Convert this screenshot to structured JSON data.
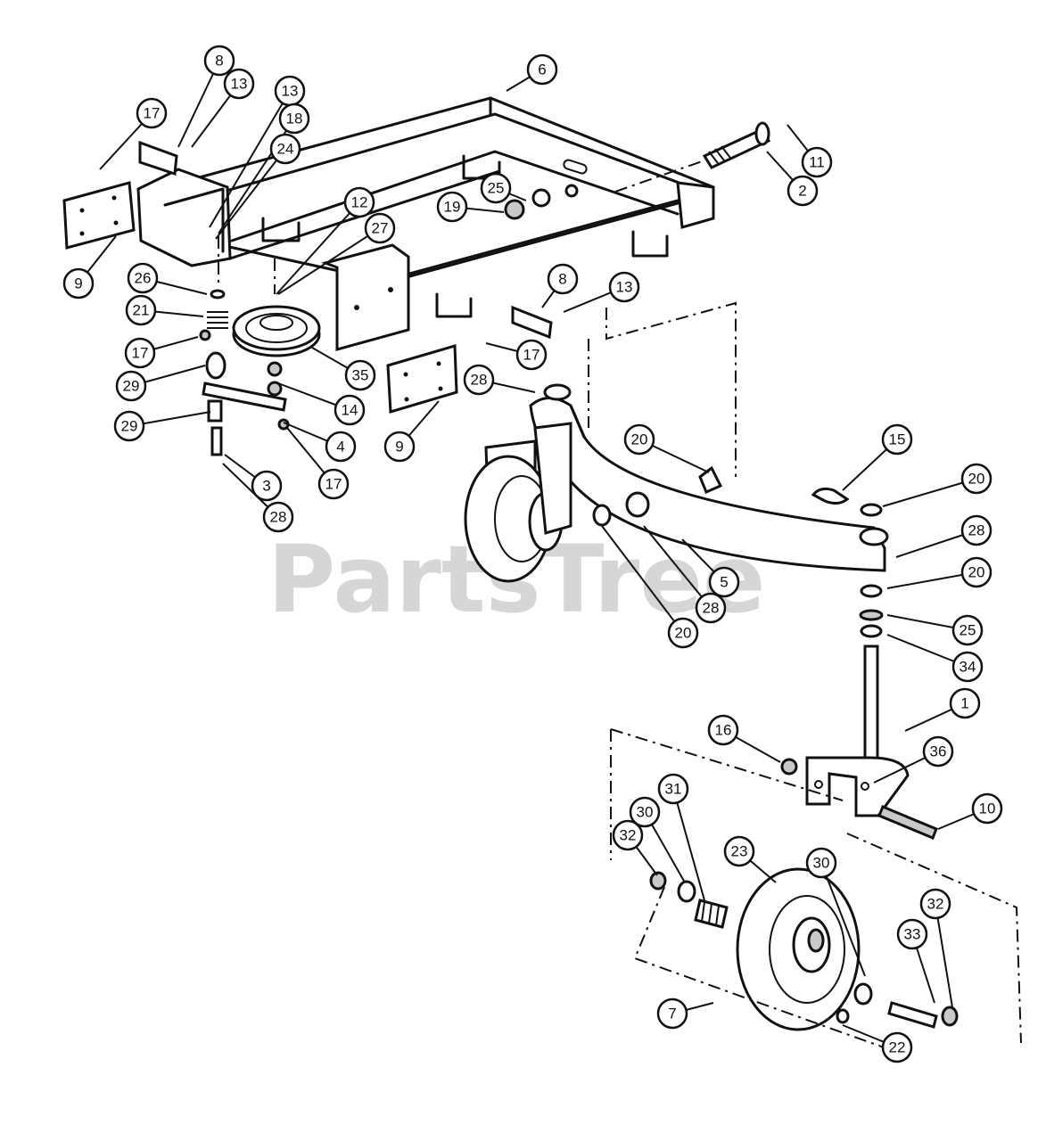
{
  "watermark": {
    "text": "PartsTree",
    "trademark": "™"
  },
  "callouts": [
    "8",
    "13",
    "13",
    "17",
    "18",
    "24",
    "6",
    "2",
    "11",
    "25",
    "19",
    "12",
    "27",
    "9",
    "26",
    "21",
    "17",
    "29",
    "29",
    "35",
    "14",
    "4",
    "3",
    "17",
    "28",
    "8",
    "13",
    "17",
    "28",
    "9",
    "20",
    "15",
    "20",
    "28",
    "20",
    "5",
    "28",
    "20",
    "25",
    "34",
    "1",
    "16",
    "36",
    "10",
    "31",
    "30",
    "32",
    "23",
    "30",
    "32",
    "33",
    "7",
    "22"
  ]
}
